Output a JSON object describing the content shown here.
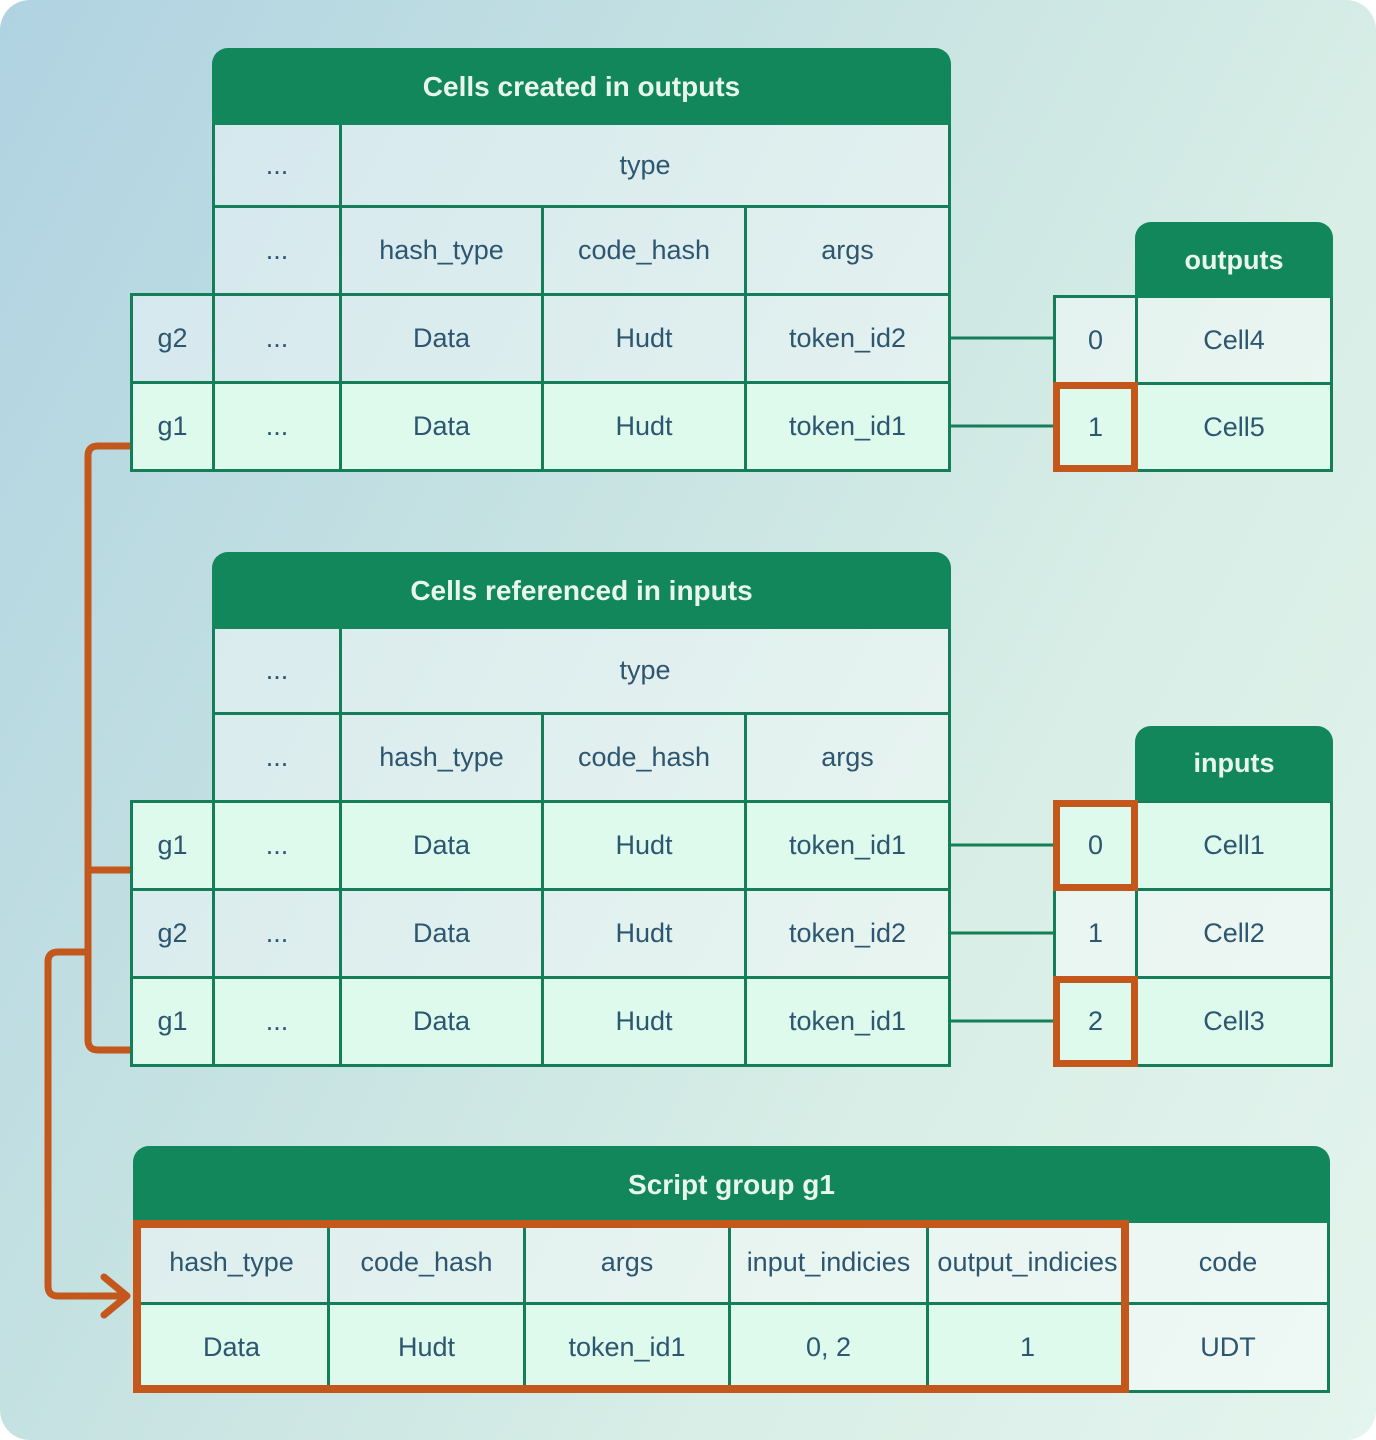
{
  "colors": {
    "header_green": "#12875C",
    "border_green": "#147E58",
    "highlight_orange": "#C3571C",
    "text_ink": "#2D5670",
    "highlight_mint": "#DDFAED",
    "background_blue": "#B0D3E2",
    "background_green": "#E4F4EE"
  },
  "top_table": {
    "title": "Cells created in outputs",
    "dots": "...",
    "type_header": "type",
    "col_headers": [
      "hash_type",
      "code_hash",
      "args"
    ],
    "rows": [
      {
        "group": "g2",
        "dots": "...",
        "values": [
          "Data",
          "Hudt",
          "token_id2"
        ]
      },
      {
        "group": "g1",
        "dots": "...",
        "values": [
          "Data",
          "Hudt",
          "token_id1"
        ]
      }
    ]
  },
  "outputs_table": {
    "title": "outputs",
    "rows": [
      {
        "index": "0",
        "cell": "Cell4"
      },
      {
        "index": "1",
        "cell": "Cell5"
      }
    ]
  },
  "middle_table": {
    "title": "Cells referenced in inputs",
    "dots": "...",
    "type_header": "type",
    "col_headers": [
      "hash_type",
      "code_hash",
      "args"
    ],
    "rows": [
      {
        "group": "g1",
        "dots": "...",
        "values": [
          "Data",
          "Hudt",
          "token_id1"
        ]
      },
      {
        "group": "g2",
        "dots": "...",
        "values": [
          "Data",
          "Hudt",
          "token_id2"
        ]
      },
      {
        "group": "g1",
        "dots": "...",
        "values": [
          "Data",
          "Hudt",
          "token_id1"
        ]
      }
    ]
  },
  "inputs_table": {
    "title": "inputs",
    "rows": [
      {
        "index": "0",
        "cell": "Cell1"
      },
      {
        "index": "1",
        "cell": "Cell2"
      },
      {
        "index": "2",
        "cell": "Cell3"
      }
    ]
  },
  "script_table": {
    "title": "Script group g1",
    "headers": [
      "hash_type",
      "code_hash",
      "args",
      "input_indicies",
      "output_indicies",
      "code"
    ],
    "values": [
      "Data",
      "Hudt",
      "token_id1",
      "0, 2",
      "1",
      "UDT"
    ]
  }
}
